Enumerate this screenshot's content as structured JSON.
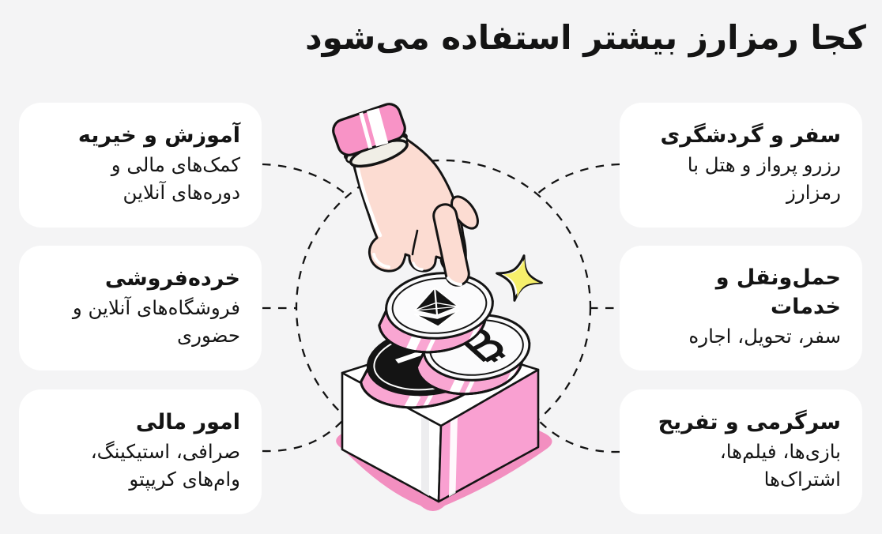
{
  "title": "کجا رمزارز بیشتر استفاده می‌شود",
  "cards": [
    {
      "id": "education-charity",
      "title": "آموزش و خیریه",
      "body": [
        "کمک‌های مالی و",
        "دوره‌های آنلاین"
      ]
    },
    {
      "id": "retail",
      "title": "خرده‌فروشی",
      "body": [
        "فروشگاه‌های آنلاین و",
        "حضوری"
      ]
    },
    {
      "id": "finance",
      "title": "امور مالی",
      "body": [
        "صرافی، استیکینگ،",
        "وام‌های کریپتو"
      ]
    },
    {
      "id": "travel-tourism",
      "title": "سفر و گردشگری",
      "body": [
        "رزرو پرواز و هتل با",
        "رمزارز"
      ]
    },
    {
      "id": "transport-services",
      "title": [
        "حمل‌ونقل و",
        "خدمات"
      ],
      "body": [
        "سفر، تحویل، اجاره"
      ]
    },
    {
      "id": "entertainment",
      "title": "سرگرمی و تفریح",
      "body": [
        "بازی‌ها، فیلم‌ها،",
        "اشتراک‌ها"
      ]
    }
  ],
  "illustration": {
    "parts": [
      "hand-icon",
      "cuff-icon",
      "ethereum-coin-icon",
      "bitcoin-coin-icon",
      "dark-coin-icon",
      "pedestal-box",
      "pedestal-shadow",
      "sparkle-icon",
      "dashed-circle",
      "connector-lines"
    ],
    "colors": {
      "background": "#f4f4f5",
      "card": "#ffffff",
      "ink": "#141414",
      "pink_primary": "#f9a6d2",
      "pink_deep": "#f28fc0",
      "pink_cuff": "#f893c6",
      "skin": "#fcdcd2",
      "sparkle_yellow": "#f6ef6b"
    }
  }
}
